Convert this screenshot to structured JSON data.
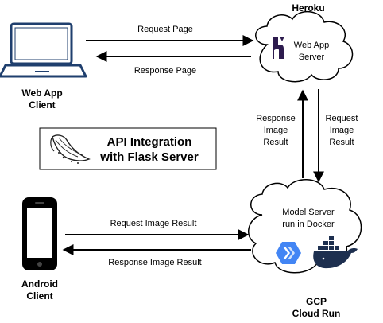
{
  "nodes": {
    "web_client": {
      "label_line1": "Web App",
      "label_line2": "Client"
    },
    "heroku": {
      "title": "Heroku",
      "label_line1": "Web App",
      "label_line2": "Server"
    },
    "gcp": {
      "label_line1": "GCP",
      "label_line2": "Cloud Run",
      "inner_line1": "Model Server",
      "inner_line2": "run in Docker"
    },
    "android": {
      "label_line1": "Android",
      "label_line2": "Client"
    }
  },
  "center_box": {
    "line1": "API Integration",
    "line2": "with Flask Server"
  },
  "edges": {
    "request_page": "Request Page",
    "response_page": "Response Page",
    "response_image_vertical": [
      "Response",
      "Image",
      "Result"
    ],
    "request_image_vertical": [
      "Request",
      "Image",
      "Result"
    ],
    "request_image_result": "Request Image Result",
    "response_image_result": "Response Image Result"
  },
  "icons": {
    "web_client": "laptop-icon",
    "heroku": "heroku-logo",
    "flask": "flask-logo",
    "cloud_run": "cloud-run-icon",
    "docker": "docker-whale-icon",
    "android": "smartphone-icon"
  },
  "colors": {
    "device_stroke": "#1f3f6e",
    "cloud_run_blue": "#4285f4",
    "docker_dark": "#1d2f4f",
    "heroku_purple": "#2d1b4e"
  }
}
